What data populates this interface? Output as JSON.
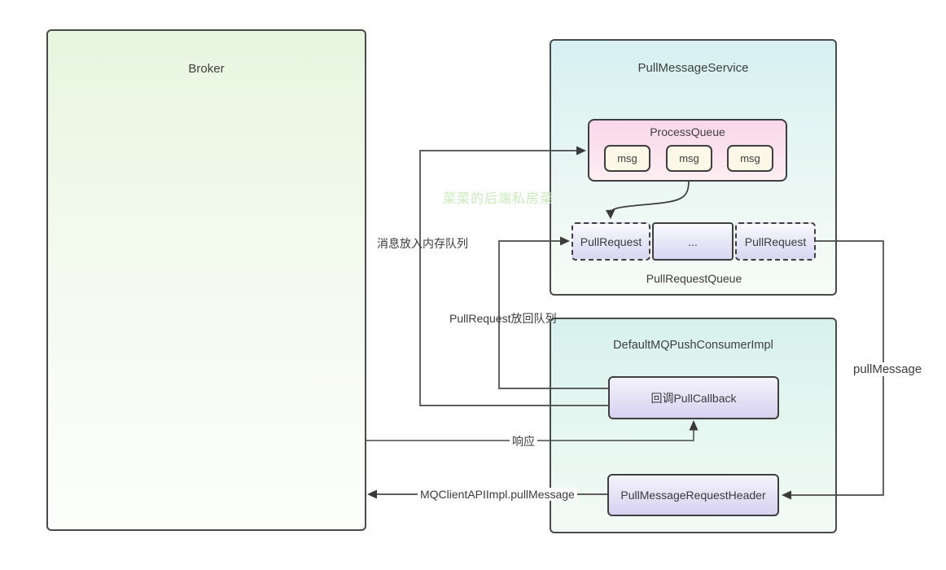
{
  "diagram": {
    "watermark": "菜菜的后端私房菜",
    "broker": {
      "title": "Broker"
    },
    "pull_message_service": {
      "title": "PullMessageService",
      "process_queue": {
        "title": "ProcessQueue",
        "messages": [
          "msg",
          "msg",
          "msg"
        ]
      },
      "pull_request_queue": {
        "caption": "PullRequestQueue",
        "items": [
          "PullRequest",
          "...",
          "PullRequest"
        ]
      }
    },
    "consumer": {
      "title": "DefaultMQPushConsumerImpl",
      "callback": {
        "title": "回调PullCallback"
      },
      "request_header": {
        "title": "PullMessageRequestHeader"
      }
    },
    "edges": {
      "msg_to_memory_queue": "消息放入内存队列",
      "pull_request_back": "PullRequest放回队列",
      "response": "响应",
      "mq_client_api": "MQClientAPIImpl.pullMessage",
      "pull_message": "pullMessage"
    },
    "colors": {
      "broker_fill_top": "#e7f6df",
      "service_fill_top": "#d7f0f1",
      "consumer_fill_top": "#d8f1ed",
      "process_queue_fill_top": "#f9d7e9",
      "msg_fill": "#fbf8e7",
      "purple_fill_bottom": "#d6d2f0",
      "line": "#4a4a4a",
      "border": "#3f3f3f",
      "watermark": "#c9ecba",
      "text": "#3b3b3b"
    }
  }
}
